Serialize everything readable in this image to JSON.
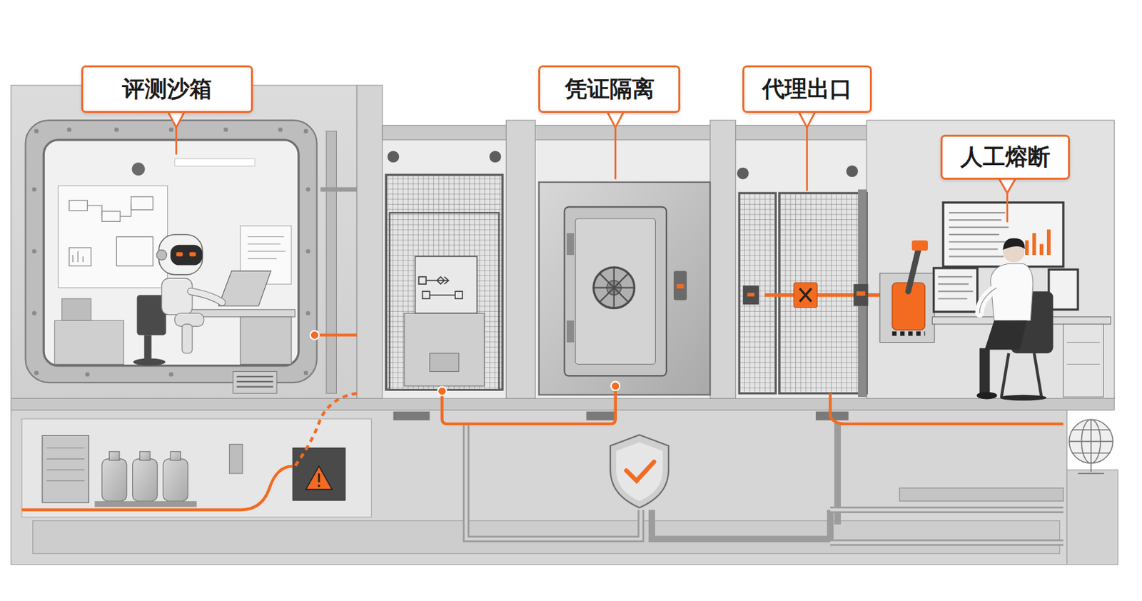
{
  "diagram": {
    "nodes": [
      {
        "text": [
          "评测沙箱"
        ]
      },
      {
        "text": [
          "凭证隔离"
        ]
      },
      {
        "text": [
          "代理出口"
        ]
      },
      {
        "text": [
          "人工熔断"
        ]
      }
    ]
  }
}
